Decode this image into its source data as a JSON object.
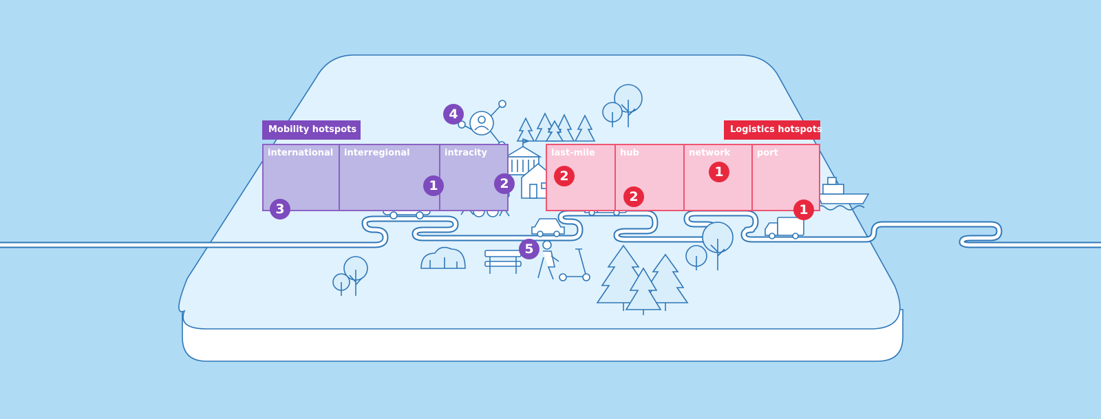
{
  "legends": {
    "mobility": "Mobility hotspots",
    "logistics": "Logistics hotspots"
  },
  "zones": [
    {
      "label": "international",
      "group": "mobility"
    },
    {
      "label": "interregional",
      "group": "mobility"
    },
    {
      "label": "intracity",
      "group": "mobility"
    },
    {
      "label": "last-mile",
      "group": "logistics"
    },
    {
      "label": "hub",
      "group": "logistics"
    },
    {
      "label": "network",
      "group": "logistics"
    },
    {
      "label": "port",
      "group": "logistics"
    }
  ],
  "badges": {
    "international": "3",
    "interregional_bus": "1",
    "intracity_cyclists": "2",
    "network_sharing": "4",
    "pedestrian_scooter": "5",
    "lastmile_house": "2",
    "hub_truck": "2",
    "network": "1",
    "port_truck": "1"
  },
  "colors": {
    "background": "#b0dbf5",
    "platform": "#e0f2fd",
    "outline": "#2f77b8",
    "mobility_fill": "#bcb7e4",
    "mobility_accent": "#7d4bbd",
    "logistics_fill": "#f9c6d7",
    "logistics_accent": "#e8283f"
  },
  "icons": [
    "bus-icon",
    "cyclists-icon",
    "network-people-icon",
    "government-building-icon",
    "house-icon",
    "delivery-truck-icon",
    "car-icon",
    "ship-icon",
    "bench-icon",
    "pedestrian-icon",
    "scooter-icon",
    "tree-icon",
    "forest-icon",
    "bush-icon"
  ]
}
